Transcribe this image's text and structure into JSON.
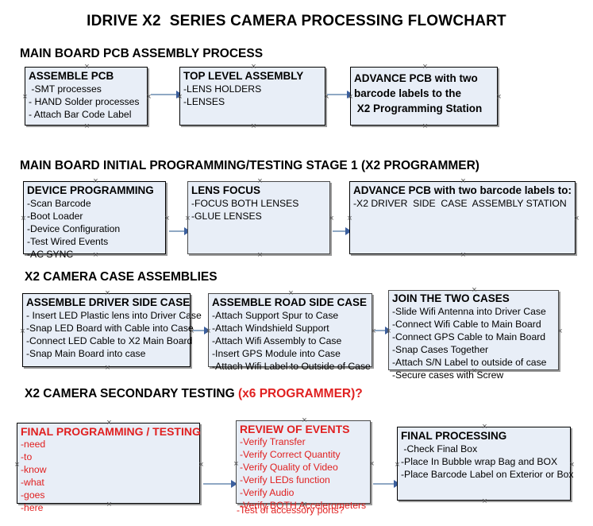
{
  "document": {
    "title": "IDRIVE X2  SERIES CAMERA PROCESSING FLOWCHART",
    "accent_color": "#e02020",
    "box_fill": "#e8eef7",
    "connector_color": "#8fa8c4",
    "arrow_color": "#3b5f9e"
  },
  "sections": [
    {
      "id": "main-board-pcb-assembly",
      "heading": "MAIN BOARD PCB ASSEMBLY PROCESS",
      "boxes": [
        {
          "id": "assemble-pcb",
          "title": "ASSEMBLE PCB",
          "lines": [
            " -SMT processes",
            "- HAND Solder processes",
            "- Attach Bar Code Label"
          ]
        },
        {
          "id": "top-level-assembly",
          "title": "TOP LEVEL ASSEMBLY",
          "lines": [
            "-LENS HOLDERS",
            "-LENSES"
          ]
        },
        {
          "id": "advance-pcb-programming-station",
          "title": "ADVANCE PCB with two",
          "lines": [
            "barcode labels to the",
            " X2 Programming Station"
          ]
        }
      ]
    },
    {
      "id": "initial-programming-testing",
      "heading": "MAIN BOARD INITIAL PROGRAMMING/TESTING STAGE 1 (X2 PROGRAMMER)",
      "boxes": [
        {
          "id": "device-programming",
          "title": "DEVICE PROGRAMMING",
          "lines": [
            "-Scan Barcode",
            "-Boot Loader",
            "-Device Configuration",
            "-Test Wired Events",
            "-AC SYNC"
          ]
        },
        {
          "id": "lens-focus",
          "title": "LENS FOCUS",
          "lines": [
            "-FOCUS BOTH LENSES",
            "-GLUE LENSES"
          ]
        },
        {
          "id": "advance-pcb-driver-side-case",
          "title": "ADVANCE PCB with two barcode labels to:",
          "lines": [
            "-X2 DRIVER  SIDE  CASE  ASSEMBLY STATION"
          ]
        }
      ]
    },
    {
      "id": "camera-case-assemblies",
      "heading": "X2 CAMERA CASE ASSEMBLIES",
      "boxes": [
        {
          "id": "assemble-driver-side-case",
          "title": "ASSEMBLE DRIVER SIDE CASE",
          "lines": [
            "- Insert LED Plastic lens into Driver Case",
            "-Snap LED Board with Cable into Case",
            "-Connect LED Cable to X2 Main Board",
            "-Snap Main Board into case"
          ]
        },
        {
          "id": "assemble-road-side-case",
          "title": "ASSEMBLE ROAD SIDE CASE",
          "lines": [
            "-Attach Support Spur to Case",
            "-Attach Windshield Support",
            "-Attach Wifi Assembly to Case",
            "-Insert GPS Module into Case",
            "-Attach Wifi Label to Outside of Case"
          ]
        },
        {
          "id": "join-the-two-cases",
          "title": "JOIN THE TWO CASES",
          "lines": [
            "-Slide Wifi Antenna into Driver Case",
            "-Connect Wifi Cable to Main Board",
            "-Connect GPS Cable to Main Board",
            "-Snap Cases Together",
            "-Attach S/N Label to outside of case",
            "-Secure cases with Screw"
          ]
        }
      ]
    },
    {
      "id": "secondary-testing",
      "heading": "X2 CAMERA SECONDARY TESTING ",
      "heading_accent": "(x6 PROGRAMMER)?",
      "boxes": [
        {
          "id": "final-programming-testing",
          "title": "FINAL PROGRAMMING / TESTING",
          "lines": [
            "-need",
            "-to",
            "-know",
            "-what",
            "-goes",
            "-here"
          ]
        },
        {
          "id": "review-of-events",
          "title": "REVIEW OF EVENTS",
          "lines": [
            "-Verify Transfer",
            "-Verify Correct Quantity",
            "-Verify Quality of Video",
            "-Verify LEDs function",
            "-Verify Audio",
            "-Verify BOTH Accelerometers"
          ],
          "overflow_line": "-Test of accessory ports?"
        },
        {
          "id": "final-processing",
          "title": "FINAL PROCESSING",
          "lines": [
            " -Check Final Box",
            "-Place In Bubble wrap Bag and BOX",
            "-Place Barcode Label on Exterior or Box"
          ]
        }
      ]
    }
  ]
}
